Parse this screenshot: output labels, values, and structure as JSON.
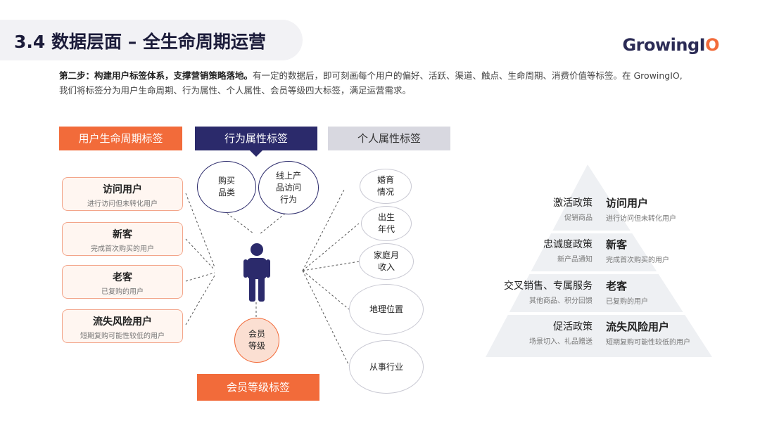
{
  "header": {
    "title": "3.4 数据层面 – 全生命周期运营",
    "logo_main": "GrowingI",
    "logo_accent": "O"
  },
  "intro": {
    "lead": "第二步：构建用户标签体系，支撑营销策略落地。",
    "line1_rest": "有一定的数据后，即可刻画每个用户的偏好、活跃、渠道、触点、生命周期、消费价值等标签。在 GrowingIO,",
    "line2": "我们将标签分为用户生命周期、行为属性、个人属性、会员等级四大标签，满足运营需求。"
  },
  "diagram": {
    "lifecycle": {
      "header": "用户生命周期标签",
      "items": [
        {
          "title": "访问用户",
          "sub": "进行访问但未转化用户"
        },
        {
          "title": "新客",
          "sub": "完成首次购买的用户"
        },
        {
          "title": "老客",
          "sub": "已复购的用户"
        },
        {
          "title": "流失风险用户",
          "sub": "短期复购可能性较低的用户"
        }
      ]
    },
    "behavior": {
      "header": "行为属性标签",
      "items": [
        "购买\n品类",
        "线上产\n品访问\n行为"
      ]
    },
    "personal": {
      "header": "个人属性标签",
      "items": [
        "婚育\n情况",
        "出生\n年代",
        "家庭月\n收入",
        "地理位置",
        "从事行业"
      ]
    },
    "member": {
      "header": "会员等级标签",
      "circle": "会员\n等级"
    },
    "colors": {
      "orange": "#f26b3a",
      "navy": "#2b2a6b",
      "grey": "#d8d8e0"
    },
    "icons": [
      "person-icon"
    ]
  },
  "pyramid": {
    "rows": [
      {
        "policy": "激活政策",
        "policy_sub": "促销商品",
        "user": "访问用户",
        "user_sub": "进行访问但未转化用户"
      },
      {
        "policy": "忠诚度政策",
        "policy_sub": "新产品通知",
        "user": "新客",
        "user_sub": "完成首次购买的用户"
      },
      {
        "policy": "交叉销售、专属服务",
        "policy_sub": "其他商品、积分回馈",
        "user": "老客",
        "user_sub": "已复购的用户"
      },
      {
        "policy": "促活政策",
        "policy_sub": "场景切入、礼品赠送",
        "user": "流失风险用户",
        "user_sub": "短期复购可能性较低的用户"
      }
    ]
  }
}
